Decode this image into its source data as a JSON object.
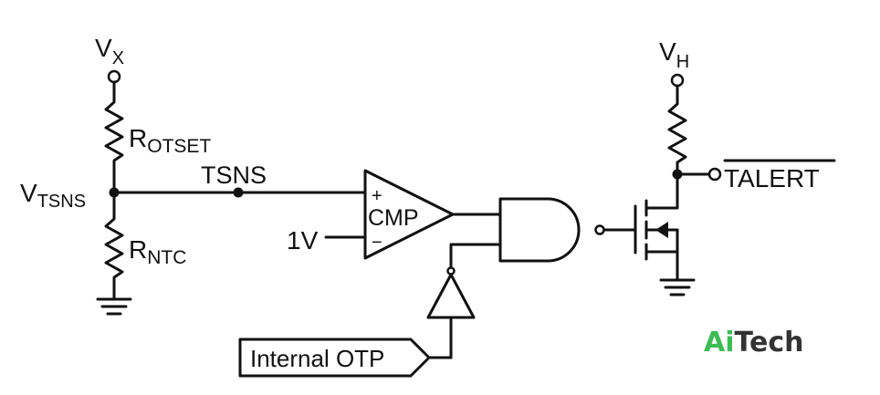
{
  "labels": {
    "vx_main": "V",
    "vx_sub": "X",
    "vh_main": "V",
    "vh_sub": "H",
    "r_otset_main": "R",
    "r_otset_sub": "OTSET",
    "r_ntc_main": "R",
    "r_ntc_sub": "NTC",
    "vtsns_main": "V",
    "vtsns_sub": "TSNS",
    "tsns": "TSNS",
    "cmp": "CMP",
    "plus": "+",
    "minus": "−",
    "ref_voltage": "1V",
    "talert": "TALERT",
    "internal_otp": "Internal OTP"
  },
  "watermark": {
    "part1": "Ai",
    "part2": "Tech",
    "color1": "#3dbb54",
    "color2": "#333333"
  }
}
